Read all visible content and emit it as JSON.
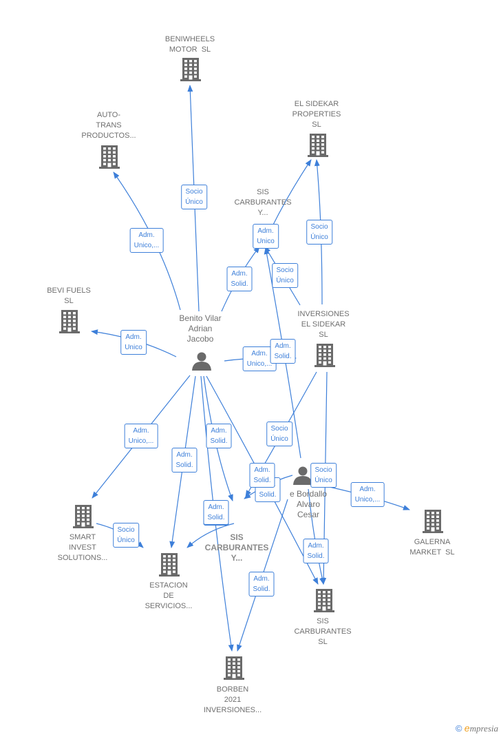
{
  "colors": {
    "edge": "#3d7fd9",
    "node": "#6a6a6a",
    "label": "#6f6f6f"
  },
  "nodes": [
    {
      "id": "beniwheels",
      "kind": "company",
      "lines": [
        "BENIWHEELS",
        "MOTOR  SL"
      ]
    },
    {
      "id": "autotrans",
      "kind": "company",
      "lines": [
        "AUTO-",
        "TRANS",
        "PRODUCTOS..."
      ]
    },
    {
      "id": "sidekar_prop",
      "kind": "company",
      "lines": [
        "EL SIDEKAR",
        "PROPERTIES",
        "SL"
      ]
    },
    {
      "id": "sis_y_top",
      "kind": "company",
      "lines": [
        "SIS",
        "CARBURANTES",
        "Y..."
      ]
    },
    {
      "id": "bevi",
      "kind": "company",
      "lines": [
        "BEVI FUELS",
        "SL"
      ]
    },
    {
      "id": "benito",
      "kind": "person",
      "lines": [
        "Benito Vilar",
        "Adrian",
        "Jacobo"
      ]
    },
    {
      "id": "inv_sidekar",
      "kind": "company",
      "lines": [
        "INVERSIONES",
        "EL SIDEKAR",
        "SL"
      ]
    },
    {
      "id": "bordallo",
      "kind": "person",
      "lines": [
        "e Bordallo",
        "Alvaro",
        "Cesar"
      ]
    },
    {
      "id": "smart",
      "kind": "company",
      "lines": [
        "SMART",
        "INVEST",
        "SOLUTIONS..."
      ]
    },
    {
      "id": "sis_y_main",
      "kind": "company",
      "focus": true,
      "lines": [
        "SIS",
        "CARBURANTES",
        "Y..."
      ]
    },
    {
      "id": "galerna",
      "kind": "company",
      "lines": [
        "GALERNA",
        "MARKET  SL"
      ]
    },
    {
      "id": "estacion",
      "kind": "company",
      "lines": [
        "ESTACION",
        "DE",
        "SERVICIOS..."
      ]
    },
    {
      "id": "sis_sl",
      "kind": "company",
      "lines": [
        "SIS",
        "CARBURANTES",
        "SL"
      ]
    },
    {
      "id": "borben",
      "kind": "company",
      "lines": [
        "BORBEN",
        "2021",
        "INVERSIONES..."
      ]
    }
  ],
  "edges": [
    {
      "from": "benito",
      "to": "beniwheels",
      "label": [
        "Socio",
        "Único"
      ]
    },
    {
      "from": "benito",
      "to": "autotrans",
      "label": [
        "Adm.",
        "Unico,..."
      ]
    },
    {
      "from": "benito",
      "to": "bevi",
      "label": [
        "Adm.",
        "Unico"
      ]
    },
    {
      "from": "benito",
      "to": "sis_y_top",
      "label": [
        "Adm.",
        "Solid."
      ]
    },
    {
      "from": "benito",
      "to": "inv_sidekar",
      "label": [
        "Adm.",
        "Unico,..."
      ]
    },
    {
      "from": "benito",
      "to": "smart",
      "label": [
        "Adm.",
        "Unico,..."
      ]
    },
    {
      "from": "benito",
      "to": "estacion",
      "label": [
        "Adm.",
        "Solid."
      ]
    },
    {
      "from": "benito",
      "to": "sis_y_main",
      "label": [
        "Adm.",
        "Solid."
      ]
    },
    {
      "from": "benito",
      "to": "borben",
      "label": [
        "Adm.",
        "Solid."
      ]
    },
    {
      "from": "benito",
      "to": "sis_sl",
      "label": [
        "Adm.",
        "Solid."
      ]
    },
    {
      "from": "inv_sidekar",
      "to": "sidekar_prop",
      "label": [
        "Socio",
        "Único"
      ]
    },
    {
      "from": "inv_sidekar",
      "to": "sis_y_top",
      "label": [
        "Socio",
        "Único"
      ]
    },
    {
      "from": "inv_sidekar",
      "to": "sis_y_main",
      "label": [
        "Socio",
        "Único"
      ]
    },
    {
      "from": "inv_sidekar",
      "to": "sis_sl",
      "label": [
        "Socio",
        "Único"
      ]
    },
    {
      "from": "sis_y_top",
      "to": "sidekar_prop",
      "label": [
        "Adm.",
        "Unico"
      ]
    },
    {
      "from": "bordallo",
      "to": "sis_y_top",
      "label": [
        "Adm.",
        "Solid."
      ]
    },
    {
      "from": "bordallo",
      "to": "galerna",
      "label": [
        "Adm.",
        "Unico,..."
      ]
    },
    {
      "from": "bordallo",
      "to": "sis_y_main",
      "label": [
        "Adm.",
        "Solid."
      ]
    },
    {
      "from": "bordallo",
      "to": "sis_sl",
      "label": [
        "Adm.",
        "Solid."
      ]
    },
    {
      "from": "bordallo",
      "to": "borben",
      "label": [
        "Adm.",
        "Solid."
      ]
    },
    {
      "from": "sis_y_main",
      "to": "estacion",
      "label": [
        "Adm.",
        "Solid."
      ]
    },
    {
      "from": "smart",
      "to": "estacion",
      "label": [
        "Socio",
        "Único"
      ]
    }
  ],
  "footer": {
    "copyright": "©",
    "brand_initial": "e",
    "brand_rest": "mpresia"
  }
}
